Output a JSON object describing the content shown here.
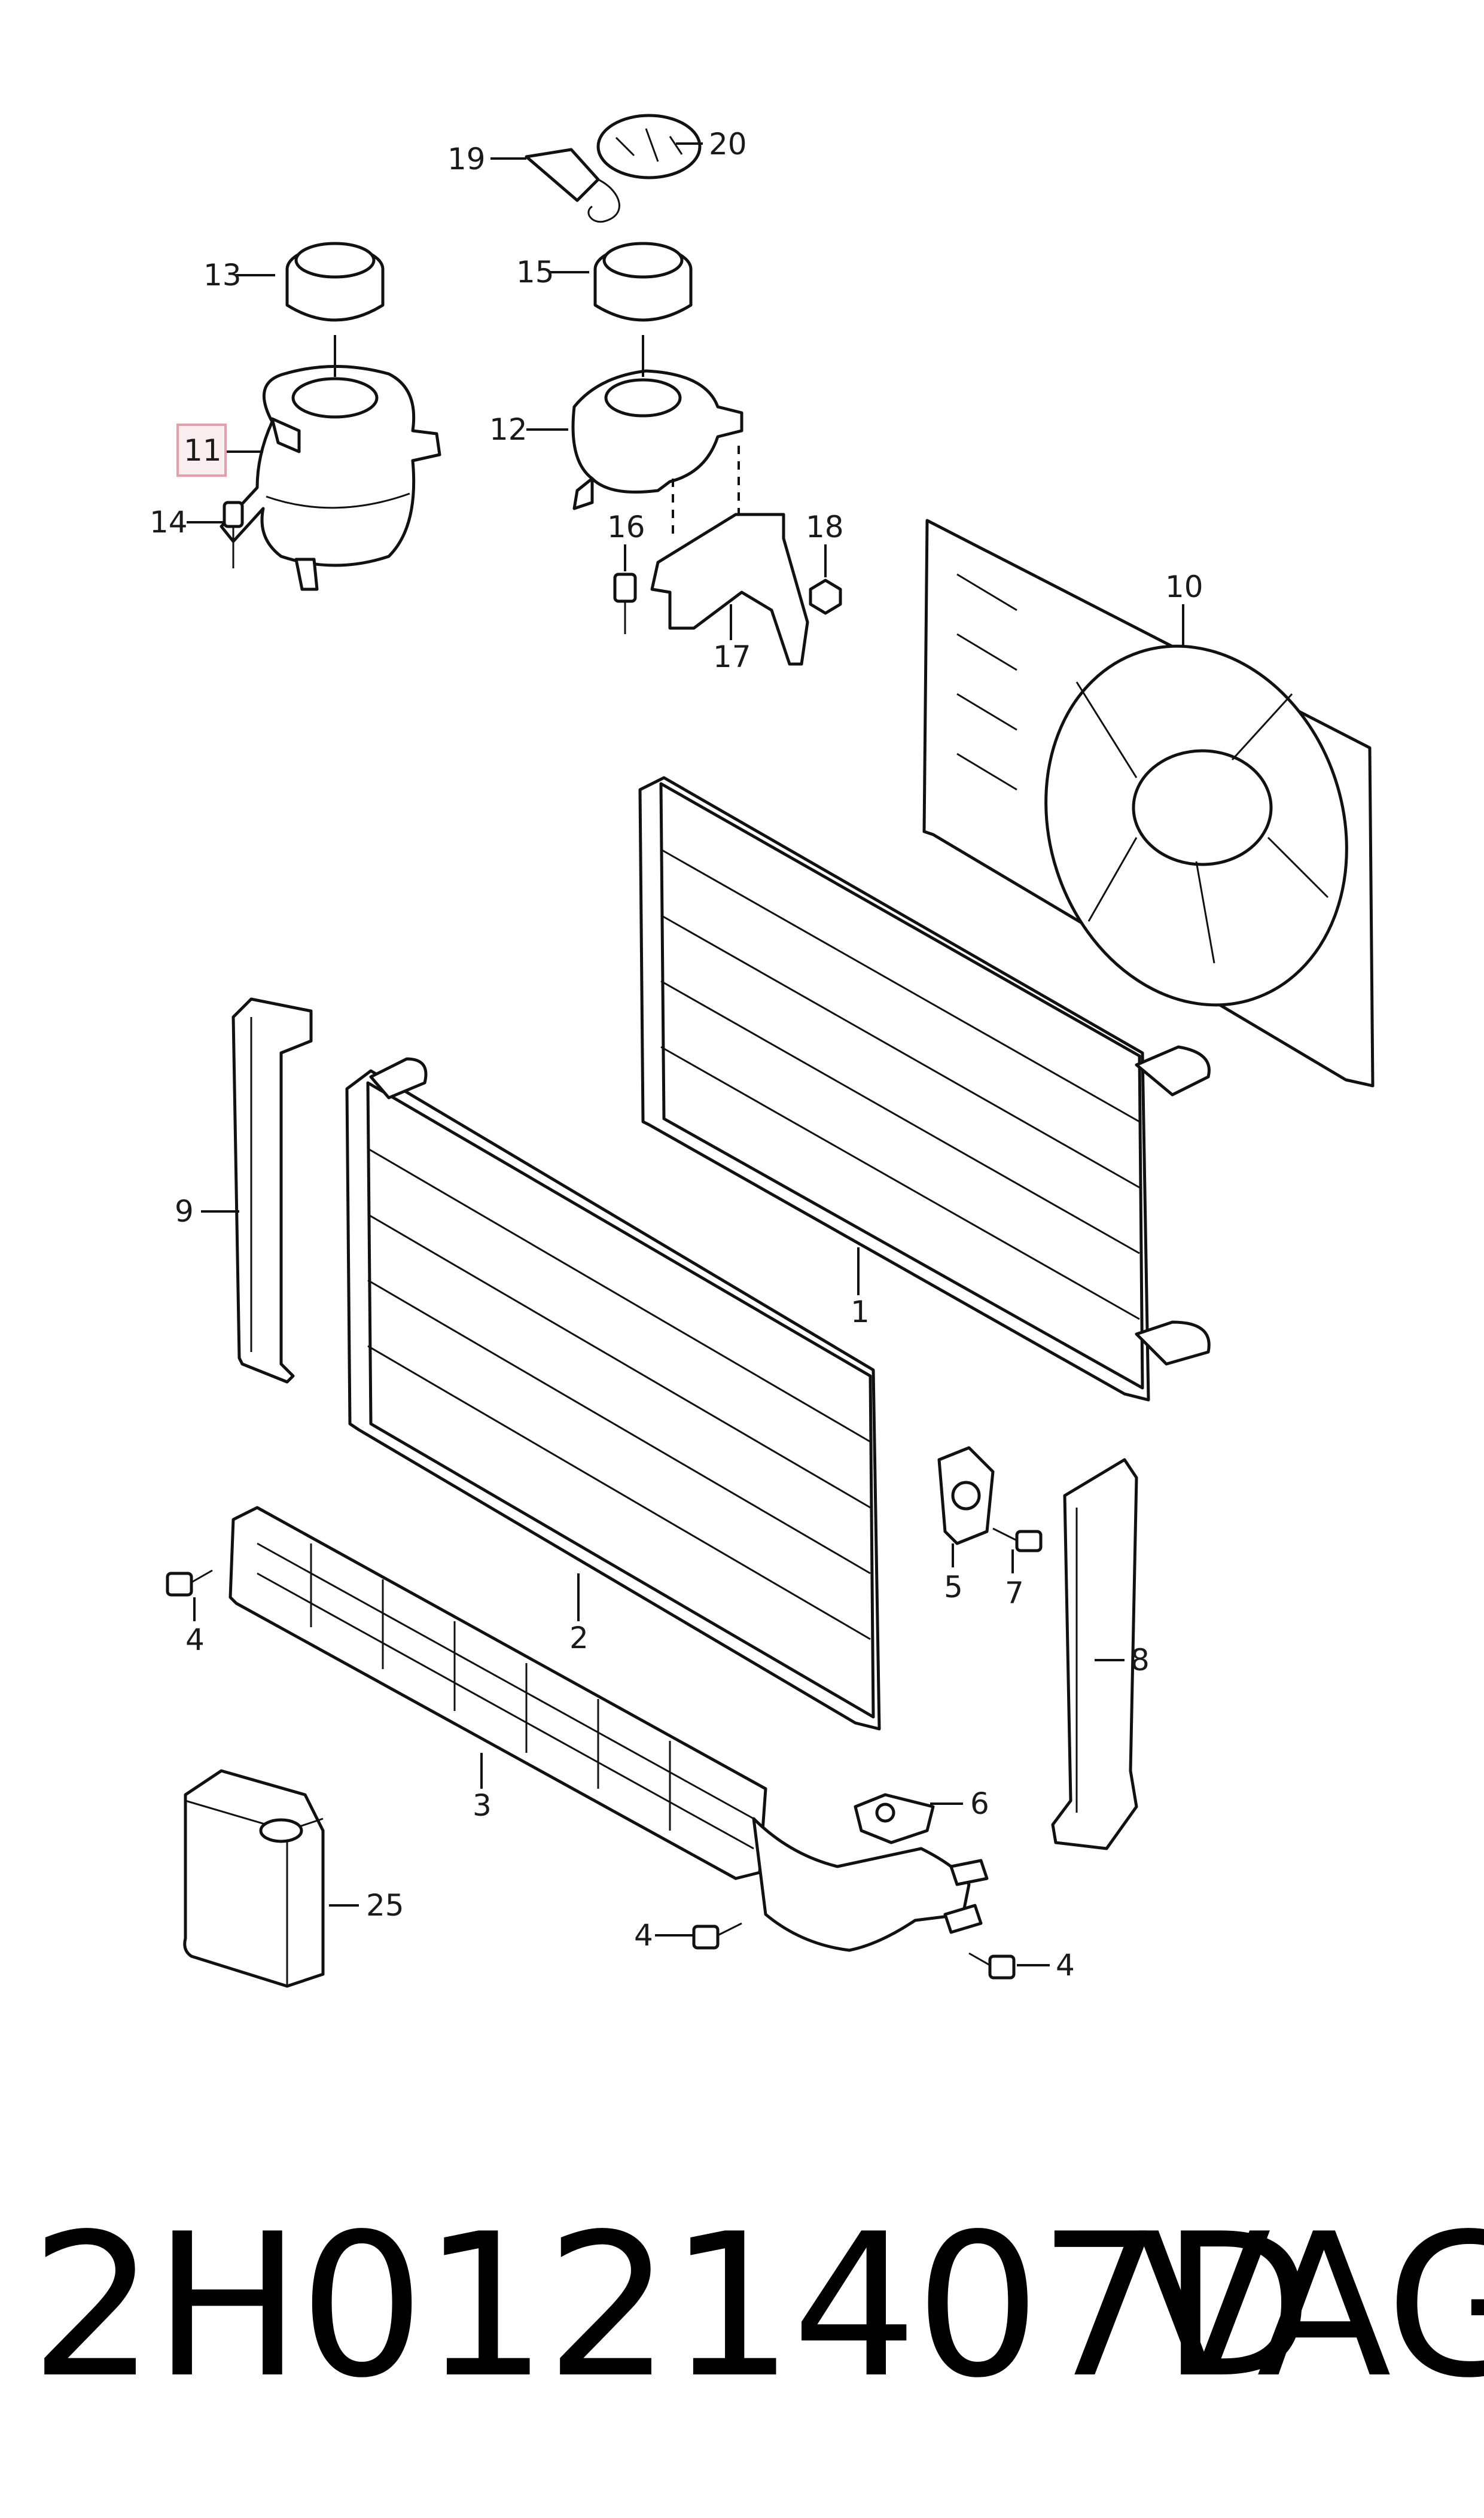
{
  "diagram": {
    "callouts": [
      {
        "id": "1",
        "label": "1"
      },
      {
        "id": "2",
        "label": "2"
      },
      {
        "id": "3",
        "label": "3"
      },
      {
        "id": "4a",
        "label": "4"
      },
      {
        "id": "4b",
        "label": "4"
      },
      {
        "id": "4c",
        "label": "4"
      },
      {
        "id": "5",
        "label": "5"
      },
      {
        "id": "6",
        "label": "6"
      },
      {
        "id": "7",
        "label": "7"
      },
      {
        "id": "8",
        "label": "8"
      },
      {
        "id": "9",
        "label": "9"
      },
      {
        "id": "10",
        "label": "10"
      },
      {
        "id": "11",
        "label": "11",
        "highlighted": true
      },
      {
        "id": "12",
        "label": "12"
      },
      {
        "id": "13",
        "label": "13"
      },
      {
        "id": "14",
        "label": "14"
      },
      {
        "id": "15",
        "label": "15"
      },
      {
        "id": "16",
        "label": "16"
      },
      {
        "id": "17",
        "label": "17"
      },
      {
        "id": "18",
        "label": "18"
      },
      {
        "id": "19",
        "label": "19"
      },
      {
        "id": "20",
        "label": "20"
      },
      {
        "id": "25",
        "label": "25"
      }
    ],
    "highlight_color": "#e3a0a8"
  },
  "caption": {
    "part_number": "2H0121407D",
    "brand": "VAG"
  }
}
